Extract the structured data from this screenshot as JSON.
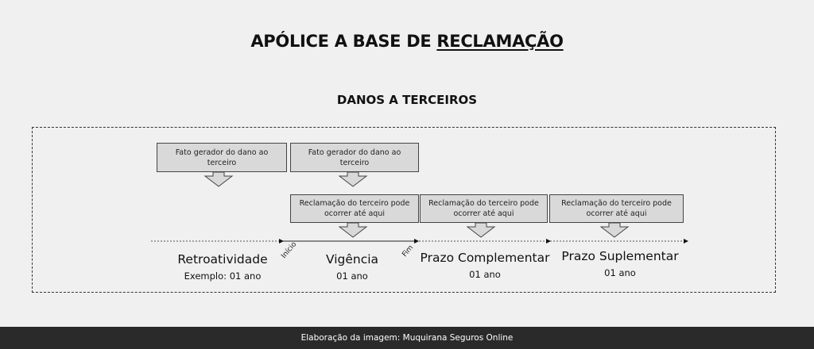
{
  "title": {
    "prefix": "APÓLICE A BASE DE ",
    "underlined": "RECLAMAÇÃO"
  },
  "subtitle": "DANOS A TERCEIROS",
  "boxes": {
    "fato1": "Fato gerador do dano ao terceiro",
    "fato2": "Fato gerador do dano ao terceiro",
    "recl1": "Reclamação do terceiro pode ocorrer até aqui",
    "recl2": "Reclamação do terceiro pode ocorrer até aqui",
    "recl3": "Reclamação do terceiro pode ocorrer até aqui"
  },
  "markers": {
    "start": "Início",
    "end": "Fim"
  },
  "periods": [
    {
      "label": "Retroatividade",
      "duration": "Exemplo: 01 ano"
    },
    {
      "label": "Vigência",
      "duration": "01 ano"
    },
    {
      "label": "Prazo Complementar",
      "duration": "01 ano"
    },
    {
      "label": "Prazo Suplementar",
      "duration": "01 ano"
    }
  ],
  "footer": "Elaboração da imagem: Muquirana Seguros Online"
}
